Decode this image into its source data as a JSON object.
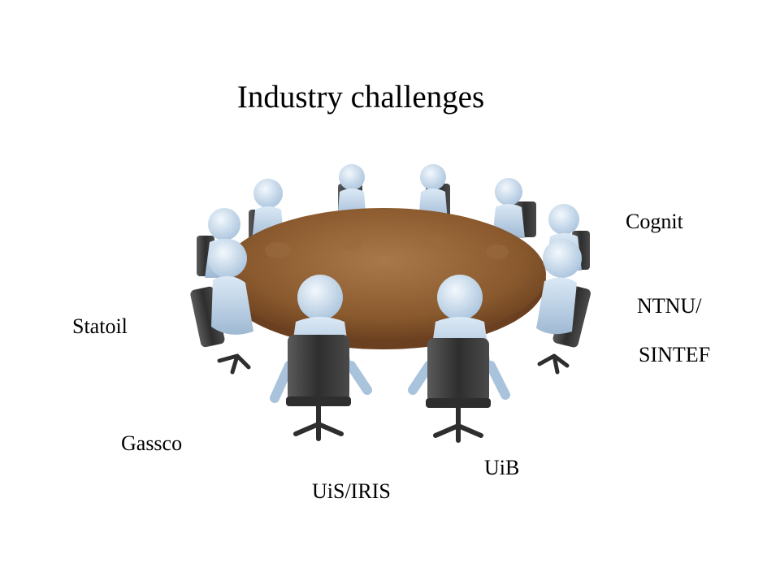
{
  "slide": {
    "title": "Industry challenges",
    "labels": {
      "cognit": "Cognit",
      "ntnu_line1": "NTNU/",
      "ntnu_line2": "SINTEF",
      "statoil": "Statoil",
      "gassco": "Gassco",
      "uib": "UiB",
      "uis_iris": "UiS/IRIS"
    }
  },
  "illustration": {
    "icon": "round-table-meeting-icon",
    "colors": {
      "table_top": "#8a5a2e",
      "table_edge": "#6b4020",
      "figure": "#d7e7f6",
      "figure_shade": "#a9c3dc",
      "chair": "#3a3a3a",
      "chair_light": "#6a6a6a"
    }
  }
}
